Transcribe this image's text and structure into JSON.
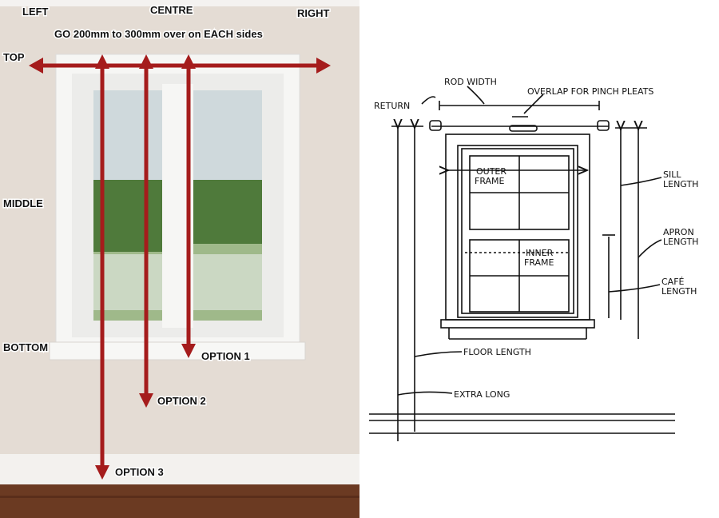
{
  "left_panel": {
    "labels": {
      "left": "LEFT",
      "centre": "CENTRE",
      "right": "RIGHT",
      "top": "TOP",
      "middle": "MIDDLE",
      "bottom": "BOTTOM"
    },
    "instruction": "GO 200mm to 300mm over on EACH sides",
    "options": [
      "OPTION 1",
      "OPTION 2",
      "OPTION 3"
    ],
    "colors": {
      "arrow": "#a51c1c",
      "wall": "#e4dcd4",
      "floor": "#6b3a22"
    }
  },
  "right_panel": {
    "labels": {
      "return": "RETURN",
      "rod_width": "ROD WIDTH",
      "overlap": "OVERLAP FOR PINCH PLEATS",
      "outer_frame_1": "OUTER",
      "outer_frame_2": "FRAME",
      "inner_frame_1": "INNER",
      "inner_frame_2": "FRAME",
      "sill_1": "SILL",
      "sill_2": "LENGTH",
      "apron_1": "APRON",
      "apron_2": "LENGTH",
      "cafe_1": "CAFÉ",
      "cafe_2": "LENGTH",
      "floor": "FLOOR LENGTH",
      "extra": "EXTRA LONG"
    }
  }
}
